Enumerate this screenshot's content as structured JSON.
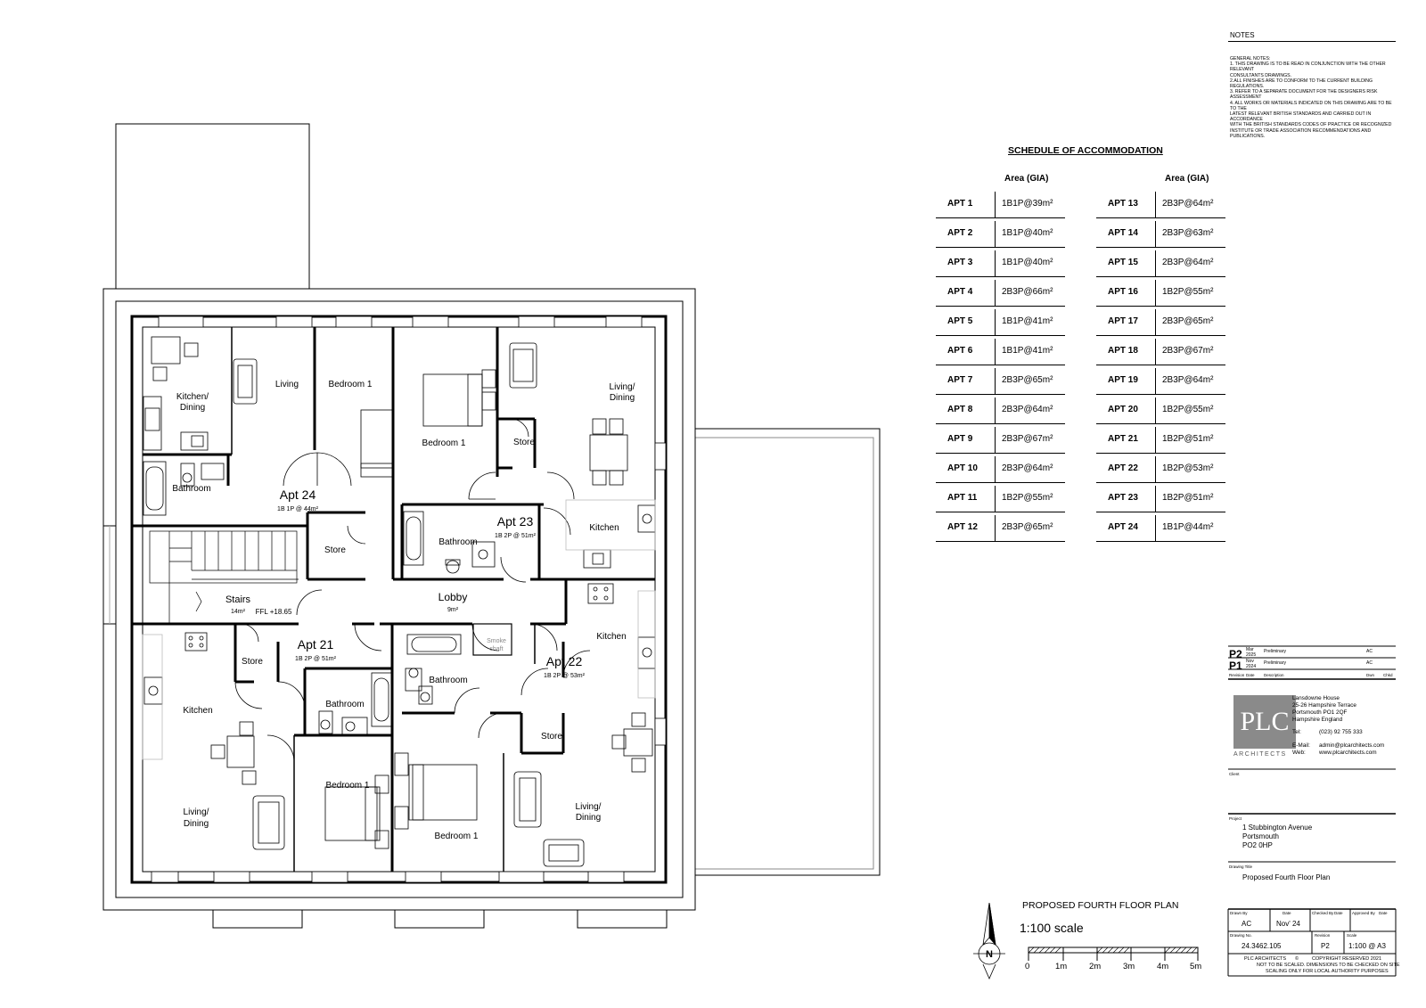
{
  "notes": {
    "title": "NOTES",
    "general_heading": "GENERAL NOTES:",
    "general_lines": [
      "1. THIS DRAWING IS TO BE READ IN CONJUNCTION WITH THE OTHER RELEVANT",
      "CONSULTANTS DRAWINGS.",
      "2.ALL FINISHES ARE TO CONFORM TO THE CURRENT BUILDING REGULATIONS.",
      "3. REFER TO A SEPARATE DOCUMENT FOR THE DESIGNERS RISK ASSESSMENT",
      "4. ALL WORKS OR MATERIALS INDICATED ON THIS DRAWING ARE TO BE TO THE",
      "LATEST RELEVANT BRITISH STANDARDS AND CARRIED OUT IN ACCORDANCE",
      "WITH THE BRITISH STANDARDS CODES OF PRACTICE OR RECOGNIZED",
      "INSTITUTE OR TRADE ASSOCIATION RECOMMENDATIONS AND PUBLICATIONS."
    ]
  },
  "schedule": {
    "title": "SCHEDULE OF ACCOMMODATION",
    "area_header": "Area (GIA)",
    "left": [
      {
        "apt": "APT 1",
        "area": "1B1P@39m²"
      },
      {
        "apt": "APT 2",
        "area": "1B1P@40m²"
      },
      {
        "apt": "APT 3",
        "area": "1B1P@40m²"
      },
      {
        "apt": "APT 4",
        "area": "2B3P@66m²"
      },
      {
        "apt": "APT 5",
        "area": "1B1P@41m²"
      },
      {
        "apt": "APT 6",
        "area": "1B1P@41m²"
      },
      {
        "apt": "APT 7",
        "area": "2B3P@65m²"
      },
      {
        "apt": "APT 8",
        "area": "2B3P@64m²"
      },
      {
        "apt": "APT 9",
        "area": "2B3P@67m²"
      },
      {
        "apt": "APT 10",
        "area": "2B3P@64m²"
      },
      {
        "apt": "APT 11",
        "area": "1B2P@55m²"
      },
      {
        "apt": "APT 12",
        "area": "2B3P@65m²"
      }
    ],
    "right": [
      {
        "apt": "APT 13",
        "area": "2B3P@64m²"
      },
      {
        "apt": "APT 14",
        "area": "2B3P@63m²"
      },
      {
        "apt": "APT 15",
        "area": "2B3P@64m²"
      },
      {
        "apt": "APT 16",
        "area": "1B2P@55m²"
      },
      {
        "apt": "APT 17",
        "area": "2B3P@65m²"
      },
      {
        "apt": "APT 18",
        "area": "2B3P@67m²"
      },
      {
        "apt": "APT 19",
        "area": "2B3P@64m²"
      },
      {
        "apt": "APT 20",
        "area": "1B2P@55m²"
      },
      {
        "apt": "APT 21",
        "area": "1B2P@51m²"
      },
      {
        "apt": "APT 22",
        "area": "1B2P@53m²"
      },
      {
        "apt": "APT 23",
        "area": "1B2P@51m²"
      },
      {
        "apt": "APT 24",
        "area": "1B1P@44m²"
      }
    ]
  },
  "revisions": [
    {
      "rev": "P2",
      "date_top": "Mar",
      "date_bottom": "2025",
      "desc": "Preliminary",
      "drn": "AC"
    },
    {
      "rev": "P1",
      "date_top": "Nov",
      "date_bottom": "2024",
      "desc": "Preliminary",
      "drn": "AC"
    }
  ],
  "revision_headers": {
    "revision": "Revision",
    "date": "Date",
    "description": "Description",
    "drawn": "Dwn",
    "checked": "Chkd"
  },
  "practice": {
    "logo": "PLC",
    "logo_sub": "ARCHITECTS",
    "address": [
      "Lansdowne House",
      "25-26 Hampshire Terrace",
      "Portsmouth PO1 2QF",
      "Hampshire England"
    ],
    "tel_label": "Tel:",
    "tel": "(023) 92 755 333",
    "email_label": "E-Mail:",
    "email": "admin@plcarchitects.com",
    "web_label": "Web:",
    "web": "www.plcarchitects.com"
  },
  "title_block": {
    "client_label": "Client",
    "project_label": "Project",
    "project_lines": [
      "1 Stubbington Avenue",
      "Portsmouth",
      "PO2 0HP"
    ],
    "drawing_title_label": "Drawing Title",
    "drawing_title": "Proposed Fourth Floor Plan",
    "drawn_by_label": "Drawn By",
    "drawn_by": "AC",
    "date_label": "Date",
    "date": "Nov' 24",
    "checked_label": "Checked By",
    "checked_date_label": "Date",
    "approved_label": "Approved By",
    "approved_date_label": "Date",
    "drawing_no_label": "Drawing No.",
    "drawing_no": "24.3462.105",
    "revision_label": "Revision",
    "revision": "P2",
    "scale_label": "Scale",
    "scale": "1:100 @ A3",
    "copyright_line1_left": "PLC ARCHITECTS",
    "copyright_symbol": "©",
    "copyright_line1_right": "COPYRIGHT RESERVED 2021",
    "copyright_line2": "NOT TO BE SCALED.  DIMENSIONS TO BE CHECKED ON SITE",
    "copyright_line3": "SCALING ONLY FOR LOCAL AUTHORITY PURPOSES"
  },
  "plan": {
    "title": "PROPOSED FOURTH FLOOR PLAN",
    "scale_text": "1:100 scale",
    "scale_labels": [
      "0",
      "1m",
      "2m",
      "3m",
      "4m",
      "5m"
    ],
    "north": "N"
  },
  "rooms": {
    "kitchen_dining_24": [
      "Kitchen/",
      "Dining"
    ],
    "living_24": "Living",
    "bedroom_24": "Bedroom 1",
    "bathroom_24": "Bathroom",
    "apt24_name": "Apt 24",
    "apt24_sub": "1B 1P @ 44m²",
    "store_24": "Store",
    "bedroom_23": "Bedroom 1",
    "store_23": "Store",
    "living_dining_23": [
      "Living/",
      "Dining"
    ],
    "bathroom_23": "Bathroom",
    "apt23_name": "Apt 23",
    "apt23_sub": "1B 2P @ 51m²",
    "kitchen_23": "Kitchen",
    "stairs": "Stairs",
    "stairs_area": "14m²",
    "ffl": "FFL +18.65",
    "lobby": "Lobby",
    "lobby_area": "9m²",
    "smoke_shaft": [
      "Smoke",
      "shaft"
    ],
    "apt21_name": "Apt 21",
    "apt21_sub": "1B 2P @ 51m²",
    "store_21": "Store",
    "kitchen_21": "Kitchen",
    "bathroom_21": "Bathroom",
    "living_dining_21": [
      "Living/",
      "Dining"
    ],
    "bedroom_21": "Bedroom 1",
    "bathroom_22": "Bathroom",
    "apt22_name": "Apt 22",
    "apt22_sub": "1B 2P @ 53m²",
    "kitchen_22": "Kitchen",
    "store_22": "Store",
    "bedroom_22": "Bedroom 1",
    "living_dining_22": [
      "Living/",
      "Dining"
    ]
  }
}
